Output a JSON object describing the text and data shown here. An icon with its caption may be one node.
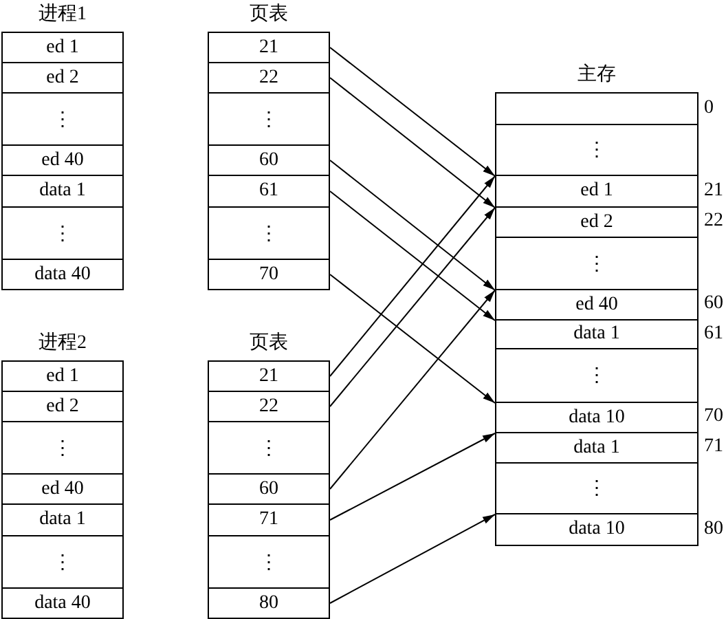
{
  "diagram": {
    "nodes": [
      {
        "text": [
          "进程1"
        ]
      },
      {
        "text": [
          "ed 1"
        ],
        "in": 0
      },
      {
        "text": [
          "ed 2"
        ],
        "in": 0
      },
      {
        "text": [
          "⋮"
        ],
        "in": 0
      },
      {
        "text": [
          "ed 40"
        ],
        "in": 0
      },
      {
        "text": [
          "data 1"
        ],
        "in": 0
      },
      {
        "text": [
          "⋮"
        ],
        "in": 0
      },
      {
        "text": [
          "data 40"
        ],
        "in": 0
      },
      {
        "text": [
          "页表"
        ]
      },
      {
        "text": [
          "21"
        ],
        "in": 8
      },
      {
        "text": [
          "22"
        ],
        "in": 8
      },
      {
        "text": [
          "⋮"
        ],
        "in": 8
      },
      {
        "text": [
          "60"
        ],
        "in": 8
      },
      {
        "text": [
          "61"
        ],
        "in": 8
      },
      {
        "text": [
          "⋮"
        ],
        "in": 8
      },
      {
        "text": [
          "70"
        ],
        "in": 8
      },
      {
        "text": [
          "进程2"
        ]
      },
      {
        "text": [
          "ed 1"
        ],
        "in": 16
      },
      {
        "text": [
          "ed 2"
        ],
        "in": 16
      },
      {
        "text": [
          "⋮"
        ],
        "in": 16
      },
      {
        "text": [
          "ed 40"
        ],
        "in": 16
      },
      {
        "text": [
          "data 1"
        ],
        "in": 16
      },
      {
        "text": [
          "⋮"
        ],
        "in": 16
      },
      {
        "text": [
          "data 40"
        ],
        "in": 16
      },
      {
        "text": [
          "页表"
        ]
      },
      {
        "text": [
          "21"
        ],
        "in": 24
      },
      {
        "text": [
          "22"
        ],
        "in": 24
      },
      {
        "text": [
          "⋮"
        ],
        "in": 24
      },
      {
        "text": [
          "60"
        ],
        "in": 24
      },
      {
        "text": [
          "71"
        ],
        "in": 24
      },
      {
        "text": [
          "⋮"
        ],
        "in": 24
      },
      {
        "text": [
          "80"
        ],
        "in": 24
      },
      {
        "text": [
          "主存"
        ]
      },
      {
        "text": [],
        "shape": "box",
        "in": 32,
        "beside": [
          "0"
        ]
      },
      {
        "text": [
          "⋮"
        ],
        "in": 32
      },
      {
        "text": [
          "ed 1"
        ],
        "in": 32,
        "beside": [
          "21"
        ]
      },
      {
        "text": [
          "ed 2"
        ],
        "in": 32,
        "beside": [
          "22"
        ]
      },
      {
        "text": [
          "⋮"
        ],
        "in": 32
      },
      {
        "text": [
          "ed 40"
        ],
        "in": 32,
        "beside": [
          "60"
        ]
      },
      {
        "text": [
          "data 1"
        ],
        "in": 32,
        "beside": [
          "61"
        ]
      },
      {
        "text": [
          "⋮"
        ],
        "in": 32
      },
      {
        "text": [
          "data 10"
        ],
        "in": 32,
        "beside": [
          "70"
        ]
      },
      {
        "text": [
          "data 1"
        ],
        "in": 32,
        "beside": [
          "71"
        ]
      },
      {
        "text": [
          "⋮"
        ],
        "in": 32
      },
      {
        "text": [
          "data 10"
        ],
        "in": 32,
        "beside": [
          "80"
        ]
      }
    ],
    "edges": [
      {
        "from": 9,
        "to": 35,
        "arrow": "to"
      },
      {
        "from": 10,
        "to": 36,
        "arrow": "to"
      },
      {
        "from": 12,
        "to": 38,
        "arrow": "to"
      },
      {
        "from": 13,
        "to": 39,
        "arrow": "to"
      },
      {
        "from": 15,
        "to": 41,
        "arrow": "to"
      },
      {
        "from": 25,
        "to": 35,
        "arrow": "to"
      },
      {
        "from": 26,
        "to": 36,
        "arrow": "to"
      },
      {
        "from": 28,
        "to": 38,
        "arrow": "to"
      },
      {
        "from": 29,
        "to": 42,
        "arrow": "to"
      },
      {
        "from": 31,
        "to": 44,
        "arrow": "to"
      }
    ]
  }
}
